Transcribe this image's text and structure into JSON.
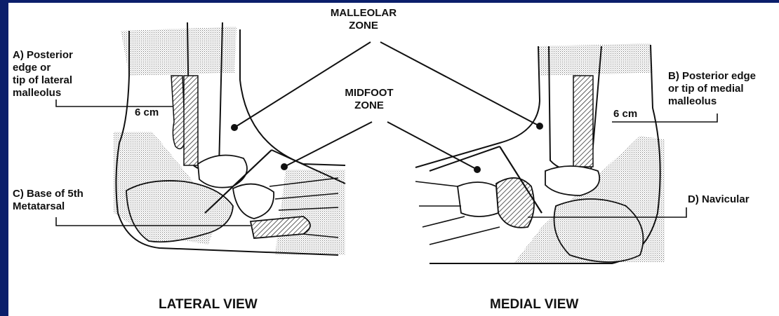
{
  "labels": {
    "malleolar_zone": "MALLEOLAR\nZONE",
    "midfoot_zone": "MIDFOOT\nZONE",
    "label_a": "A) Posterior\nedge or\ntip of lateral\nmalleolus",
    "label_b": "B) Posterior edge\nor tip of medial\nmalleolus",
    "label_c": "C) Base of 5th\nMetatarsal",
    "label_d": "D) Navicular",
    "measure_left": "6 cm",
    "measure_right": "6 cm",
    "lateral_view": "LATERAL VIEW",
    "medial_view": "MEDIAL VIEW"
  },
  "colors": {
    "border": "#0b1f6b",
    "background": "#ffffff",
    "ink": "#111111",
    "stipple": "#bdbdbd"
  }
}
